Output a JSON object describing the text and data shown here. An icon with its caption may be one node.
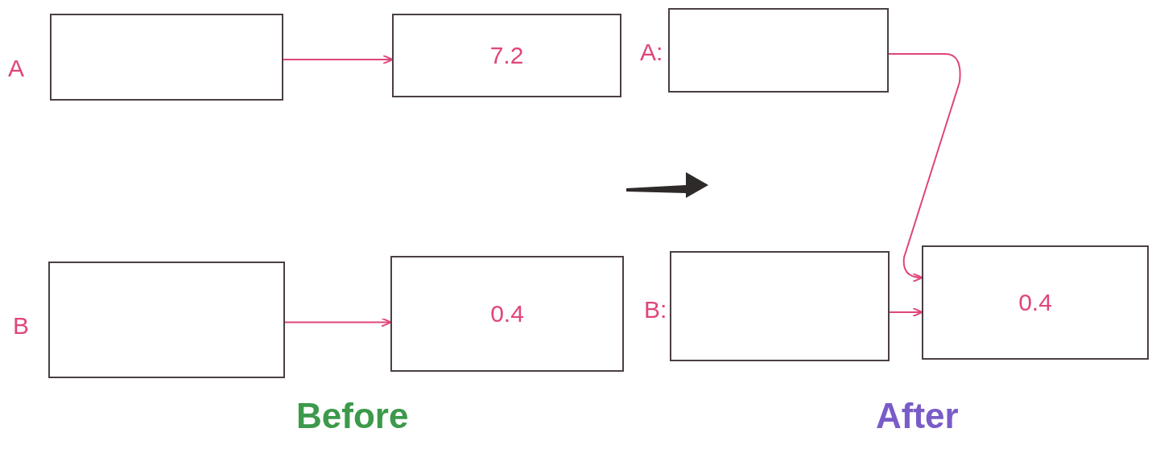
{
  "diagram": {
    "nodes": [
      {
        "text": [],
        "shape": "box",
        "beside": [
          "A"
        ]
      },
      {
        "text": [
          "7.2"
        ]
      },
      {
        "text": [],
        "shape": "box",
        "beside": [
          "B"
        ]
      },
      {
        "text": [
          "0.4"
        ]
      },
      {
        "text": [],
        "shape": "box",
        "beside": [
          "A:"
        ]
      },
      {
        "text": [],
        "shape": "box",
        "beside": [
          "B:"
        ]
      },
      {
        "text": [
          "0.4"
        ]
      }
    ],
    "edges": [
      {
        "from": 0,
        "to": 1,
        "arrow": "to"
      },
      {
        "from": 2,
        "to": 3,
        "arrow": "to"
      },
      {
        "from": 4,
        "to": 6,
        "arrow": "to"
      },
      {
        "from": 5,
        "to": 6,
        "arrow": "to"
      }
    ],
    "labels": [
      "Before",
      "After"
    ]
  }
}
